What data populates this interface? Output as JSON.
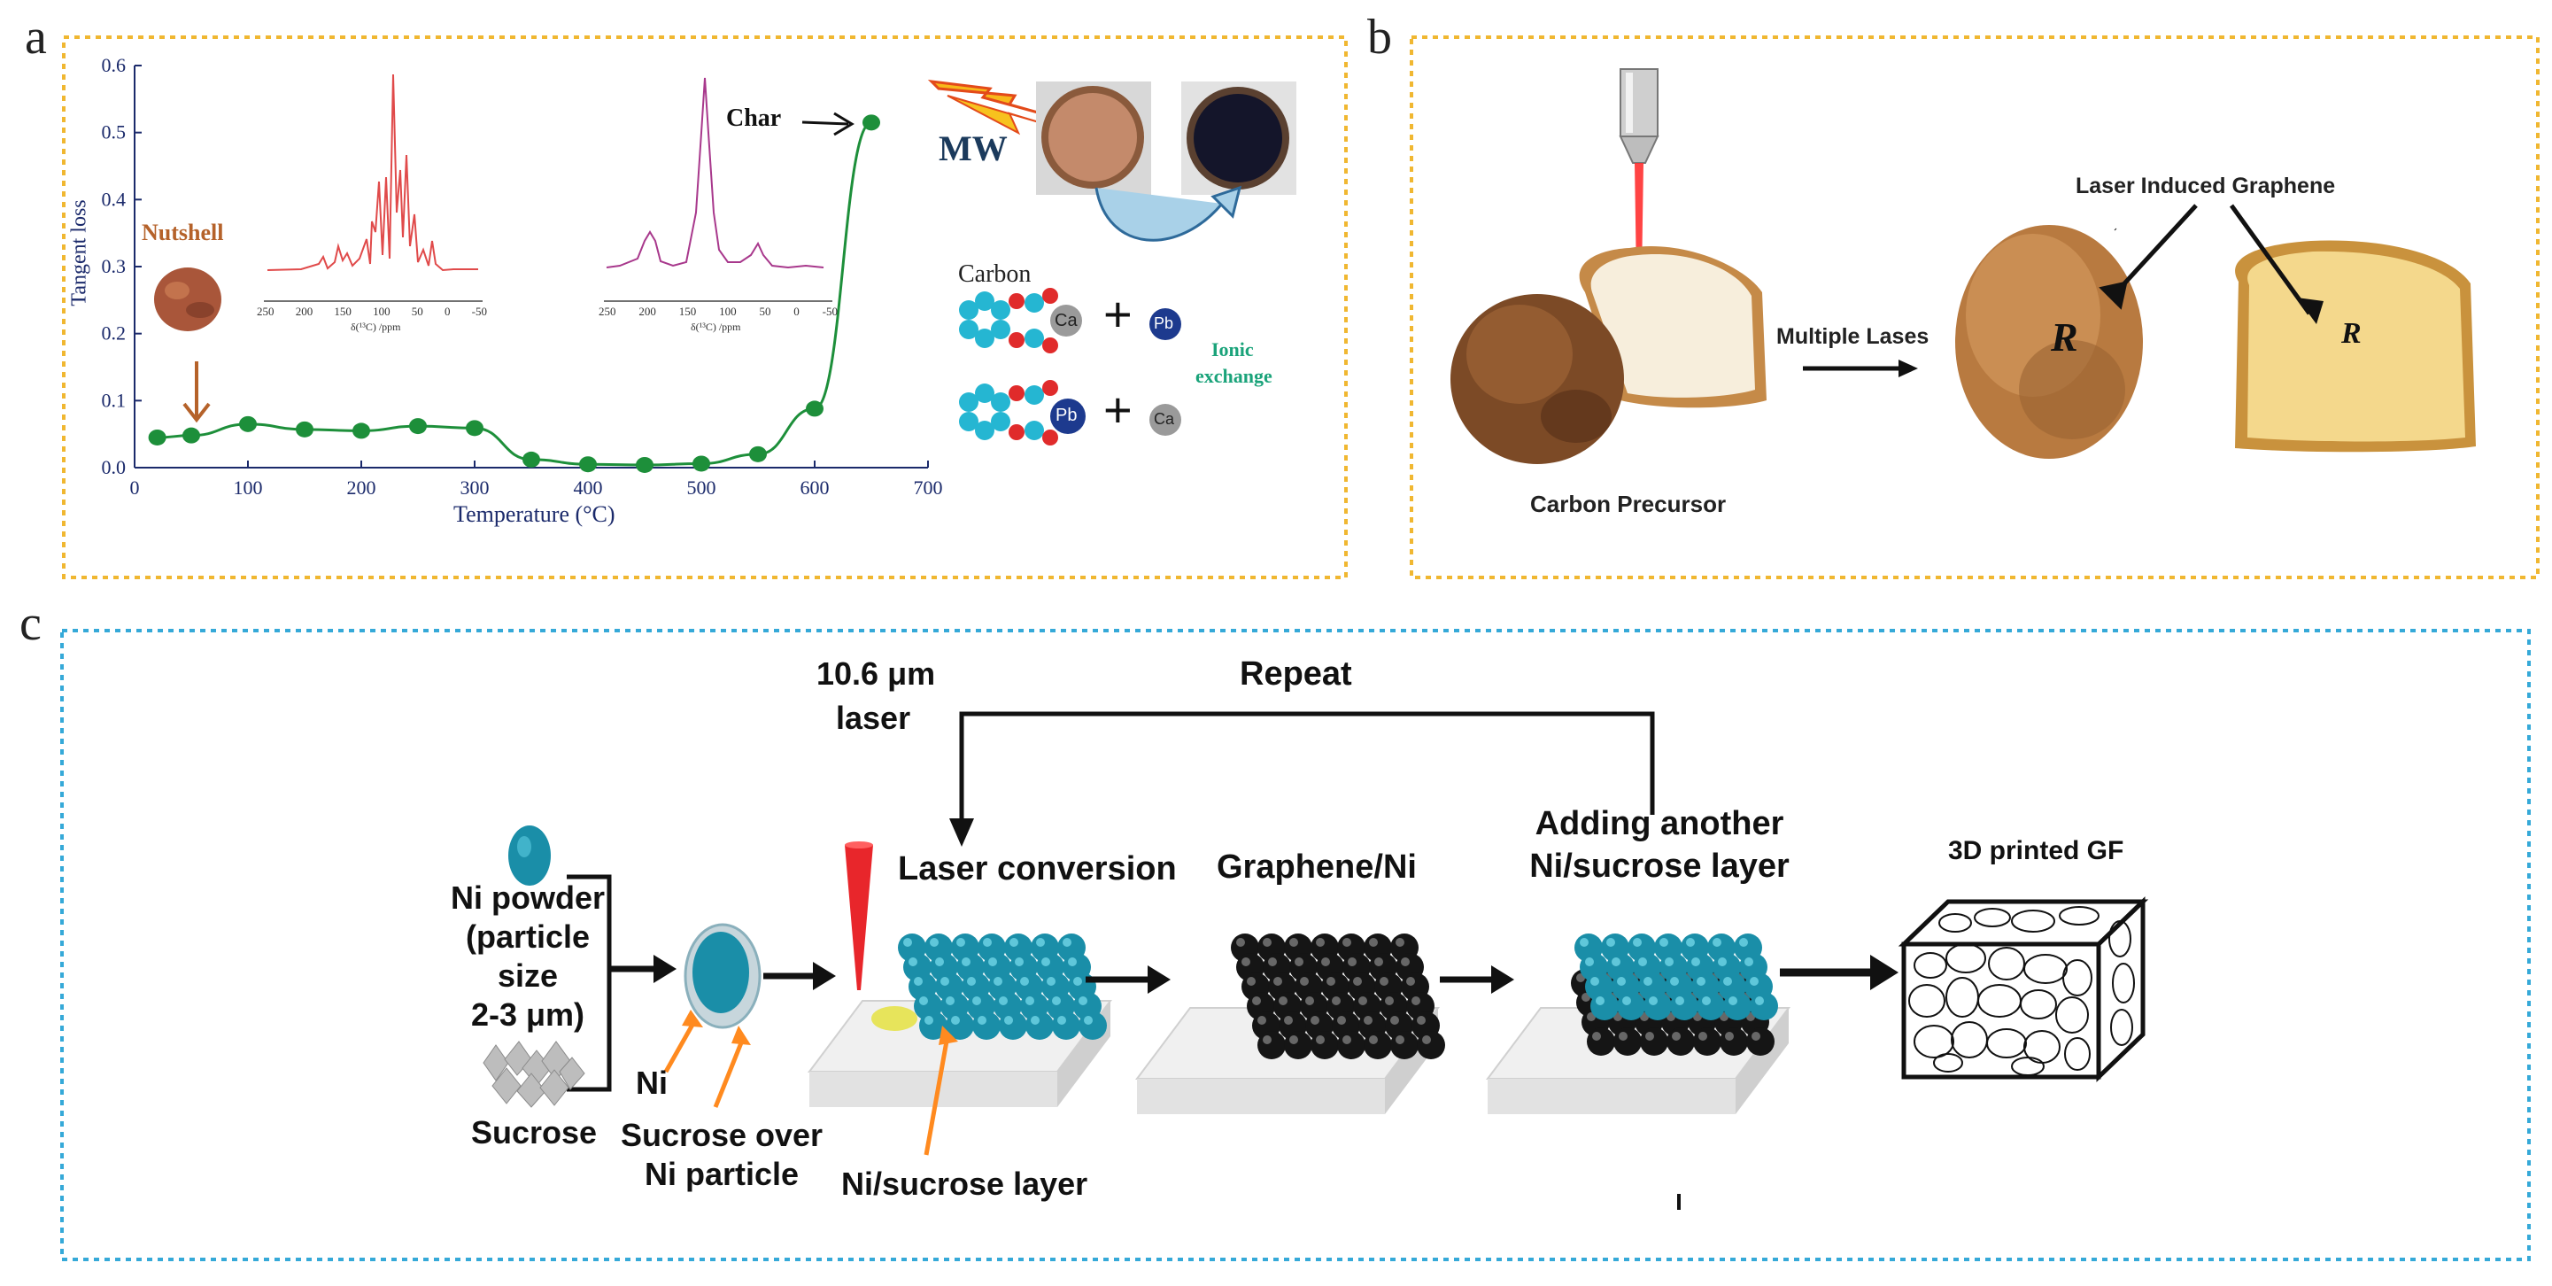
{
  "panels": {
    "a": {
      "label": "a",
      "nutshell": "Nutshell",
      "char": "Char",
      "mw": "MW",
      "carbon": "Carbon",
      "ca": "Ca",
      "pb": "Pb",
      "plus": "+",
      "ionic_exchange": [
        "Ionic",
        "exchange"
      ],
      "inset_xlabel": "δ(¹³C) /ppm",
      "inset1_ticks": [
        "250",
        "200",
        "150",
        "100",
        "50",
        "0",
        "-50"
      ],
      "inset2_ticks": [
        "250",
        "200",
        "150",
        "100",
        "50",
        "0",
        "-50"
      ],
      "colors": {
        "frame": "#f0b731",
        "series": "#1d8f3a",
        "axis": "#1b2a6b",
        "nutshell": "#b5622a",
        "inset1": "#e04a4a",
        "inset2": "#a8388c",
        "ionic": "#1aa37a"
      }
    },
    "b": {
      "label": "b",
      "carbon_precursor": "Carbon Precursor",
      "multiple_lases": "Multiple Lases",
      "lig": "Laser Induced Graphene",
      "letter": "R"
    },
    "c": {
      "label": "c",
      "repeat": "Repeat",
      "laser": [
        "10.6 μm",
        "laser"
      ],
      "ni_powder": [
        "Ni powder",
        "(particle size",
        "2-3 μm)"
      ],
      "sucrose": "Sucrose",
      "ni": "Ni",
      "sucrose_over": [
        "Sucrose over",
        "Ni particle"
      ],
      "laser_conversion": "Laser conversion",
      "ni_sucrose_layer": "Ni/sucrose layer",
      "graphene_ni": "Graphene/Ni",
      "adding_another": [
        "Adding another",
        "Ni/sucrose layer"
      ],
      "printed_gf": "3D printed GF",
      "colors": {
        "frame": "#35a9d8",
        "ni": "#1a8ea8",
        "arrow": "#ff8a1f",
        "laser": "#e8262b"
      }
    }
  },
  "chart_data": {
    "type": "line",
    "xlabel": "Temperature (°C)",
    "ylabel": "Tangent loss",
    "xlim": [
      0,
      700
    ],
    "ylim": [
      0,
      0.6
    ],
    "xticks": [
      0,
      100,
      200,
      300,
      400,
      500,
      600,
      700
    ],
    "yticks": [
      0.0,
      0.1,
      0.2,
      0.3,
      0.4,
      0.5,
      0.6
    ],
    "series": [
      {
        "x": [
          20,
          50,
          100,
          150,
          200,
          250,
          300,
          350,
          400,
          450,
          500,
          550,
          600,
          650
        ],
        "y": [
          0.045,
          0.048,
          0.065,
          0.057,
          0.055,
          0.062,
          0.059,
          0.012,
          0.005,
          0.004,
          0.006,
          0.02,
          0.088,
          0.515
        ]
      }
    ],
    "grid": false
  }
}
